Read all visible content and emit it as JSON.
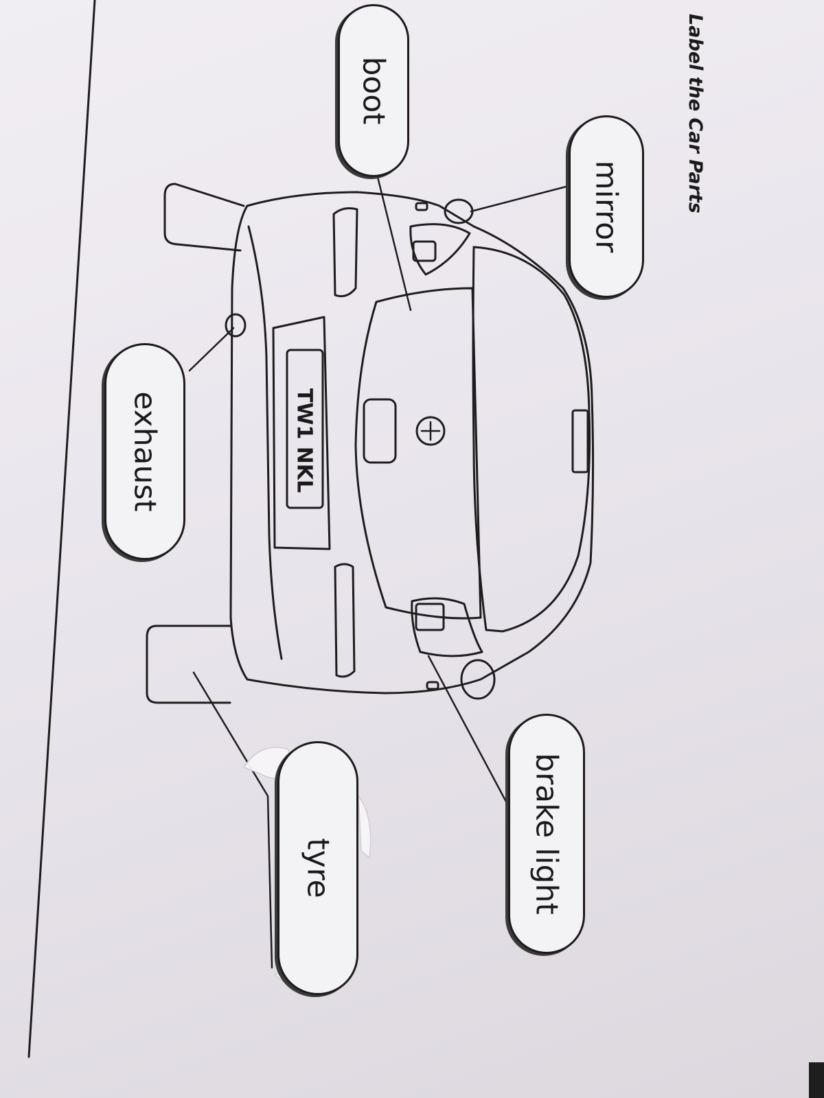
{
  "worksheet": {
    "title": "Label the Car Parts",
    "labels": {
      "boot": "boot",
      "mirror": "mirror",
      "exhaust": "exhaust",
      "brake_light": "brake light",
      "tyre": "tyre"
    },
    "number_plate": "TW1 NKL"
  }
}
